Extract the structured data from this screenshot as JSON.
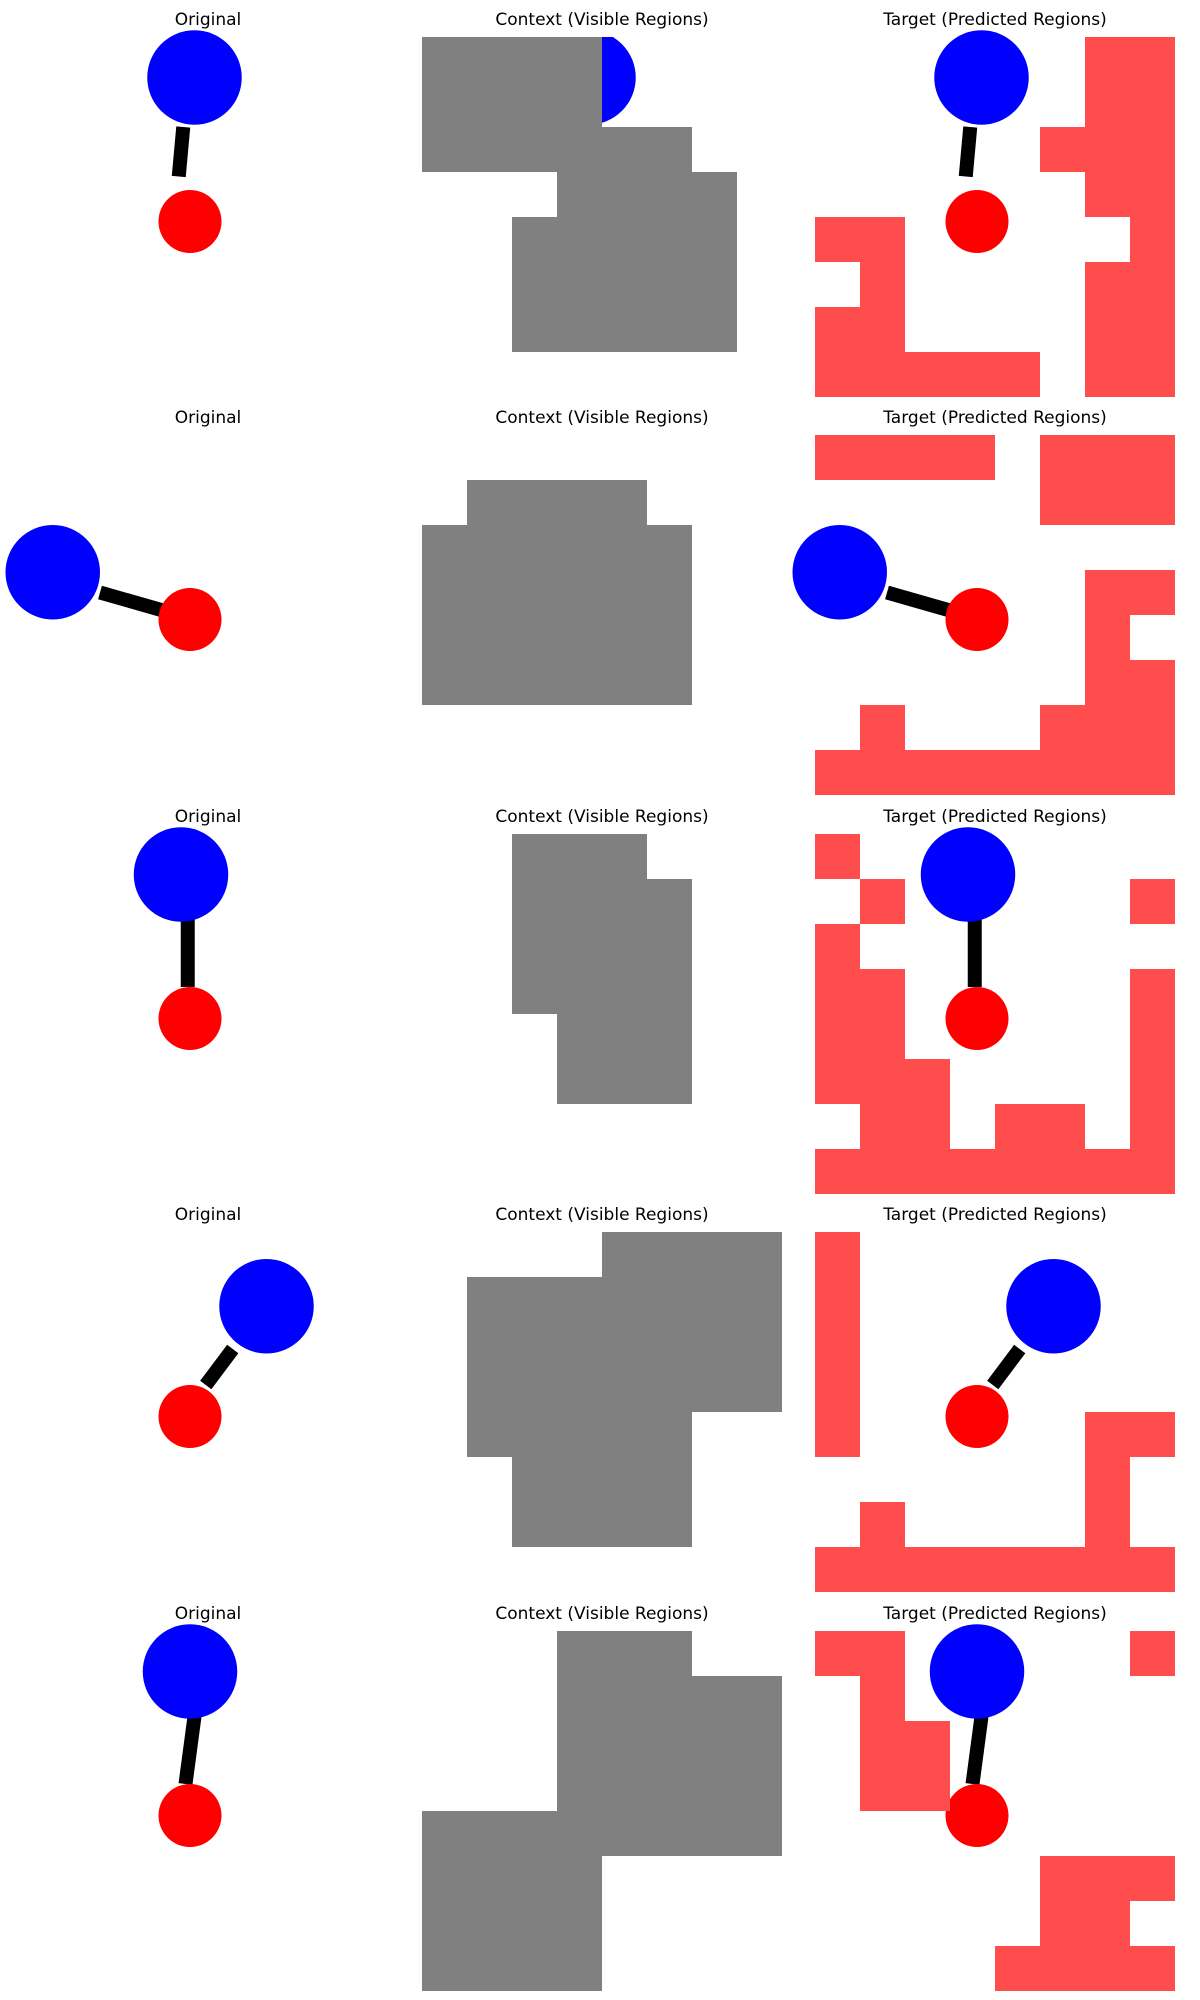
{
  "colors": {
    "background": "#ffffff",
    "blue_ball": "#0000ff",
    "red_ball": "#ff0000",
    "link": "#000000",
    "context_mask": "#808080",
    "target_mask": "#ff4d4d"
  },
  "grid_cells": 8,
  "rows": [
    {
      "titles": {
        "original": "Original",
        "context": "Context (Visible Regions)",
        "target": "Target (Predicted Regions)"
      },
      "scene": {
        "blue": [
          3.7,
          0.9
        ],
        "blue_r": 1.05,
        "red": [
          3.6,
          4.1
        ],
        "red_r": 0.7,
        "link": [
          [
            3.45,
            2.0
          ],
          [
            3.35,
            3.1
          ]
        ]
      },
      "context_cells": [
        [
          0,
          0
        ],
        [
          1,
          0
        ],
        [
          2,
          0
        ],
        [
          3,
          0
        ],
        [
          0,
          1
        ],
        [
          1,
          1
        ],
        [
          2,
          1
        ],
        [
          3,
          1
        ],
        [
          0,
          2
        ],
        [
          1,
          2
        ],
        [
          2,
          2
        ],
        [
          3,
          2
        ],
        [
          4,
          2
        ],
        [
          5,
          2
        ],
        [
          3,
          3
        ],
        [
          4,
          3
        ],
        [
          5,
          3
        ],
        [
          6,
          3
        ],
        [
          2,
          4
        ],
        [
          3,
          4
        ],
        [
          4,
          4
        ],
        [
          5,
          4
        ],
        [
          6,
          4
        ],
        [
          2,
          5
        ],
        [
          3,
          5
        ],
        [
          4,
          5
        ],
        [
          5,
          5
        ],
        [
          6,
          5
        ],
        [
          2,
          6
        ],
        [
          3,
          6
        ],
        [
          4,
          6
        ],
        [
          5,
          6
        ],
        [
          6,
          6
        ]
      ],
      "context_scene_cells": [
        [
          4,
          0
        ],
        [
          5,
          0
        ],
        [
          4,
          1
        ],
        [
          5,
          1
        ]
      ],
      "target_cells": [
        [
          6,
          0
        ],
        [
          7,
          0
        ],
        [
          6,
          1
        ],
        [
          7,
          1
        ],
        [
          5,
          2
        ],
        [
          6,
          2
        ],
        [
          7,
          2
        ],
        [
          6,
          3
        ],
        [
          7,
          3
        ],
        [
          7,
          4
        ],
        [
          0,
          4
        ],
        [
          1,
          4
        ],
        [
          1,
          5
        ],
        [
          6,
          5
        ],
        [
          7,
          5
        ],
        [
          0,
          6
        ],
        [
          1,
          6
        ],
        [
          6,
          6
        ],
        [
          7,
          6
        ],
        [
          0,
          7
        ],
        [
          1,
          7
        ],
        [
          2,
          7
        ],
        [
          3,
          7
        ],
        [
          4,
          7
        ],
        [
          6,
          7
        ],
        [
          7,
          7
        ]
      ]
    },
    {
      "titles": {
        "original": "Original",
        "context": "Context (Visible Regions)",
        "target": "Target (Predicted Regions)"
      },
      "scene": {
        "blue": [
          0.55,
          3.05
        ],
        "blue_r": 1.05,
        "red": [
          3.6,
          4.1
        ],
        "red_r": 0.7,
        "link": [
          [
            1.6,
            3.5
          ],
          [
            3.0,
            3.9
          ]
        ]
      },
      "context_cells": [
        [
          1,
          1
        ],
        [
          2,
          1
        ],
        [
          3,
          1
        ],
        [
          4,
          1
        ],
        [
          0,
          2
        ],
        [
          1,
          2
        ],
        [
          2,
          2
        ],
        [
          3,
          2
        ],
        [
          4,
          2
        ],
        [
          5,
          2
        ],
        [
          0,
          3
        ],
        [
          1,
          3
        ],
        [
          2,
          3
        ],
        [
          3,
          3
        ],
        [
          4,
          3
        ],
        [
          5,
          3
        ],
        [
          0,
          4
        ],
        [
          1,
          4
        ],
        [
          2,
          4
        ],
        [
          3,
          4
        ],
        [
          4,
          4
        ],
        [
          5,
          4
        ],
        [
          0,
          5
        ],
        [
          1,
          5
        ],
        [
          2,
          5
        ],
        [
          3,
          5
        ],
        [
          4,
          5
        ],
        [
          5,
          5
        ]
      ],
      "context_scene_cells": [],
      "target_cells": [
        [
          0,
          0
        ],
        [
          1,
          0
        ],
        [
          2,
          0
        ],
        [
          3,
          0
        ],
        [
          5,
          0
        ],
        [
          6,
          0
        ],
        [
          7,
          0
        ],
        [
          5,
          1
        ],
        [
          6,
          1
        ],
        [
          7,
          1
        ],
        [
          6,
          3
        ],
        [
          7,
          3
        ],
        [
          6,
          4
        ],
        [
          6,
          5
        ],
        [
          7,
          5
        ],
        [
          1,
          6
        ],
        [
          5,
          6
        ],
        [
          6,
          6
        ],
        [
          7,
          6
        ],
        [
          0,
          7
        ],
        [
          1,
          7
        ],
        [
          2,
          7
        ],
        [
          3,
          7
        ],
        [
          4,
          7
        ],
        [
          5,
          7
        ],
        [
          6,
          7
        ],
        [
          7,
          7
        ]
      ]
    },
    {
      "titles": {
        "original": "Original",
        "context": "Context (Visible Regions)",
        "target": "Target (Predicted Regions)"
      },
      "scene": {
        "blue": [
          3.4,
          0.9
        ],
        "blue_r": 1.05,
        "red": [
          3.6,
          4.1
        ],
        "red_r": 0.7,
        "link": [
          [
            3.55,
            1.9
          ],
          [
            3.55,
            3.4
          ]
        ]
      },
      "context_cells": [
        [
          2,
          0
        ],
        [
          3,
          0
        ],
        [
          4,
          0
        ],
        [
          2,
          1
        ],
        [
          3,
          1
        ],
        [
          4,
          1
        ],
        [
          5,
          1
        ],
        [
          2,
          2
        ],
        [
          3,
          2
        ],
        [
          4,
          2
        ],
        [
          5,
          2
        ],
        [
          2,
          3
        ],
        [
          3,
          3
        ],
        [
          4,
          3
        ],
        [
          5,
          3
        ],
        [
          3,
          4
        ],
        [
          4,
          4
        ],
        [
          5,
          4
        ],
        [
          3,
          5
        ],
        [
          4,
          5
        ],
        [
          5,
          5
        ]
      ],
      "context_scene_cells": [],
      "target_cells": [
        [
          0,
          0
        ],
        [
          1,
          1
        ],
        [
          7,
          1
        ],
        [
          0,
          2
        ],
        [
          0,
          3
        ],
        [
          1,
          3
        ],
        [
          7,
          3
        ],
        [
          0,
          4
        ],
        [
          1,
          4
        ],
        [
          7,
          4
        ],
        [
          0,
          5
        ],
        [
          1,
          5
        ],
        [
          2,
          5
        ],
        [
          7,
          5
        ],
        [
          1,
          6
        ],
        [
          2,
          6
        ],
        [
          4,
          6
        ],
        [
          5,
          6
        ],
        [
          7,
          6
        ],
        [
          0,
          7
        ],
        [
          1,
          7
        ],
        [
          2,
          7
        ],
        [
          3,
          7
        ],
        [
          4,
          7
        ],
        [
          5,
          7
        ],
        [
          6,
          7
        ],
        [
          7,
          7
        ]
      ]
    },
    {
      "titles": {
        "original": "Original",
        "context": "Context (Visible Regions)",
        "target": "Target (Predicted Regions)"
      },
      "scene": {
        "blue": [
          5.3,
          1.65
        ],
        "blue_r": 1.05,
        "red": [
          3.6,
          4.1
        ],
        "red_r": 0.7,
        "link": [
          [
            4.55,
            2.6
          ],
          [
            3.95,
            3.4
          ]
        ]
      },
      "context_cells": [
        [
          4,
          0
        ],
        [
          5,
          0
        ],
        [
          6,
          0
        ],
        [
          7,
          0
        ],
        [
          1,
          1
        ],
        [
          2,
          1
        ],
        [
          3,
          1
        ],
        [
          4,
          1
        ],
        [
          5,
          1
        ],
        [
          6,
          1
        ],
        [
          7,
          1
        ],
        [
          1,
          2
        ],
        [
          2,
          2
        ],
        [
          3,
          2
        ],
        [
          4,
          2
        ],
        [
          5,
          2
        ],
        [
          6,
          2
        ],
        [
          7,
          2
        ],
        [
          1,
          3
        ],
        [
          2,
          3
        ],
        [
          3,
          3
        ],
        [
          4,
          3
        ],
        [
          5,
          3
        ],
        [
          6,
          3
        ],
        [
          7,
          3
        ],
        [
          1,
          4
        ],
        [
          2,
          4
        ],
        [
          3,
          4
        ],
        [
          4,
          4
        ],
        [
          5,
          4
        ],
        [
          2,
          5
        ],
        [
          3,
          5
        ],
        [
          4,
          5
        ],
        [
          5,
          5
        ],
        [
          2,
          6
        ],
        [
          3,
          6
        ],
        [
          4,
          6
        ],
        [
          5,
          6
        ]
      ],
      "context_scene_cells": [],
      "target_cells": [
        [
          0,
          0
        ],
        [
          0,
          1
        ],
        [
          0,
          2
        ],
        [
          0,
          3
        ],
        [
          0,
          4
        ],
        [
          6,
          4
        ],
        [
          7,
          4
        ],
        [
          6,
          5
        ],
        [
          6,
          6
        ],
        [
          1,
          6
        ],
        [
          0,
          7
        ],
        [
          1,
          7
        ],
        [
          2,
          7
        ],
        [
          3,
          7
        ],
        [
          4,
          7
        ],
        [
          5,
          7
        ],
        [
          6,
          7
        ],
        [
          7,
          7
        ]
      ]
    },
    {
      "titles": {
        "original": "Original",
        "context": "Context (Visible Regions)",
        "target": "Target (Predicted Regions)"
      },
      "scene": {
        "blue": [
          3.6,
          0.9
        ],
        "blue_r": 1.05,
        "red": [
          3.6,
          4.1
        ],
        "red_r": 0.7,
        "link": [
          [
            3.7,
            1.9
          ],
          [
            3.5,
            3.4
          ]
        ]
      },
      "context_cells": [
        [
          3,
          0
        ],
        [
          4,
          0
        ],
        [
          5,
          0
        ],
        [
          3,
          1
        ],
        [
          4,
          1
        ],
        [
          5,
          1
        ],
        [
          6,
          1
        ],
        [
          7,
          1
        ],
        [
          3,
          2
        ],
        [
          4,
          2
        ],
        [
          5,
          2
        ],
        [
          6,
          2
        ],
        [
          7,
          2
        ],
        [
          3,
          3
        ],
        [
          4,
          3
        ],
        [
          5,
          3
        ],
        [
          6,
          3
        ],
        [
          7,
          3
        ],
        [
          0,
          4
        ],
        [
          1,
          4
        ],
        [
          2,
          4
        ],
        [
          3,
          4
        ],
        [
          4,
          4
        ],
        [
          5,
          4
        ],
        [
          6,
          4
        ],
        [
          7,
          4
        ],
        [
          0,
          5
        ],
        [
          1,
          5
        ],
        [
          2,
          5
        ],
        [
          3,
          5
        ],
        [
          0,
          6
        ],
        [
          1,
          6
        ],
        [
          2,
          6
        ],
        [
          3,
          6
        ],
        [
          0,
          7
        ],
        [
          1,
          7
        ],
        [
          2,
          7
        ],
        [
          3,
          7
        ]
      ],
      "context_scene_cells": [],
      "target_cells": [
        [
          0,
          0
        ],
        [
          1,
          0
        ],
        [
          7,
          0
        ],
        [
          1,
          1
        ],
        [
          1,
          2
        ],
        [
          2,
          2
        ],
        [
          1,
          3
        ],
        [
          2,
          3
        ],
        [
          5,
          5
        ],
        [
          6,
          5
        ],
        [
          7,
          5
        ],
        [
          5,
          6
        ],
        [
          6,
          6
        ],
        [
          4,
          7
        ],
        [
          5,
          7
        ],
        [
          6,
          7
        ],
        [
          7,
          7
        ]
      ]
    }
  ]
}
